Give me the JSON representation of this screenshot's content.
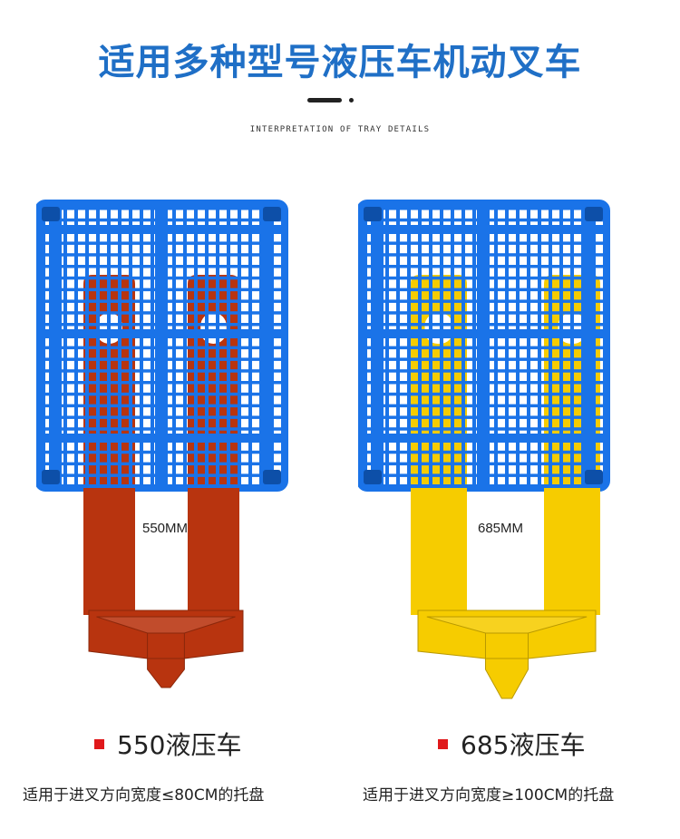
{
  "title": "适用多种型号液压车机动叉车",
  "subtitle": "INTERPRETATION OF TRAY DETAILS",
  "colors": {
    "title": "#1f6fc6",
    "pallet": "#1a73e8",
    "pallet_dark": "#0d4fa8",
    "fork_left": "#b8340f",
    "fork_right": "#f6cc00",
    "bullet": "#e0191b"
  },
  "left": {
    "width_label": "550MM",
    "caption": "550液压车",
    "desc": "适用于进叉方向宽度≤80CM的托盘"
  },
  "right": {
    "width_label": "685MM",
    "caption": "685液压车",
    "desc": "适用于进叉方向宽度≥100CM的托盘"
  }
}
